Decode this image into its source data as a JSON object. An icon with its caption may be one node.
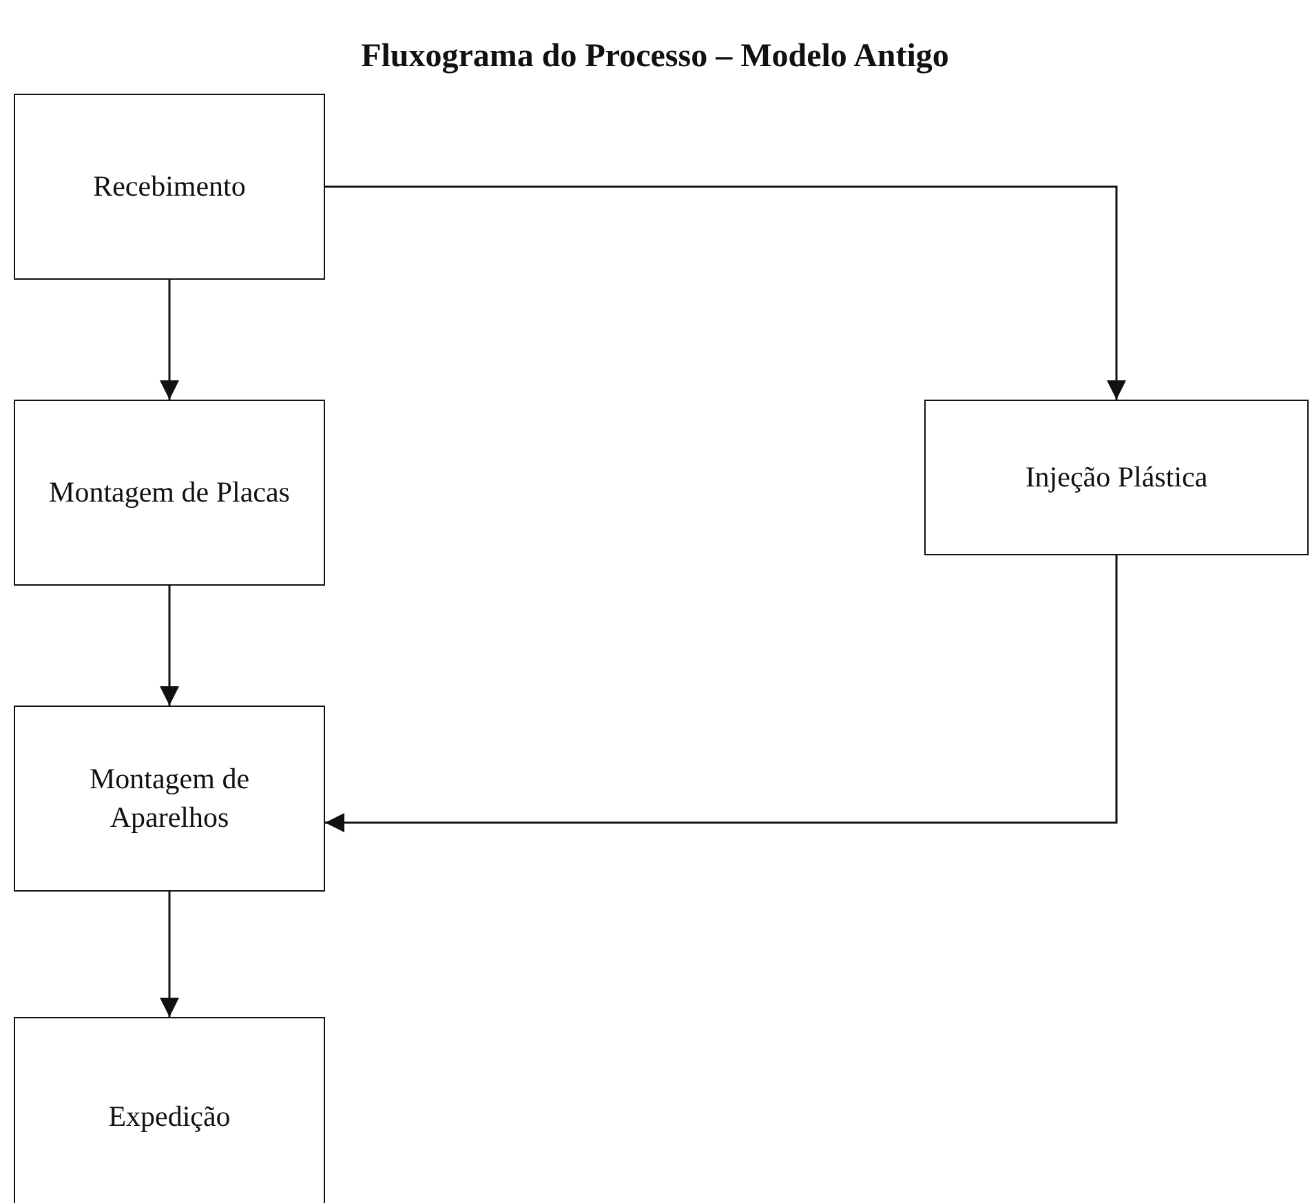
{
  "diagram": {
    "title": "Fluxograma do Processo – Modelo Antigo",
    "nodes": [
      {
        "text": [
          "Recebimento"
        ]
      },
      {
        "text": [
          "Montagem de Placas"
        ]
      },
      {
        "text": [
          "Montagem de Aparelhos"
        ]
      },
      {
        "text": [
          "Expedição"
        ]
      },
      {
        "text": [
          "Injeção Plástica"
        ]
      }
    ],
    "edges": [
      {
        "from": 0,
        "to": 1,
        "arrow": "to"
      },
      {
        "from": 1,
        "to": 2,
        "arrow": "to"
      },
      {
        "from": 2,
        "to": 3,
        "arrow": "to"
      },
      {
        "from": 0,
        "to": 4,
        "arrow": "to"
      },
      {
        "from": 4,
        "to": 2,
        "arrow": "to"
      }
    ]
  }
}
